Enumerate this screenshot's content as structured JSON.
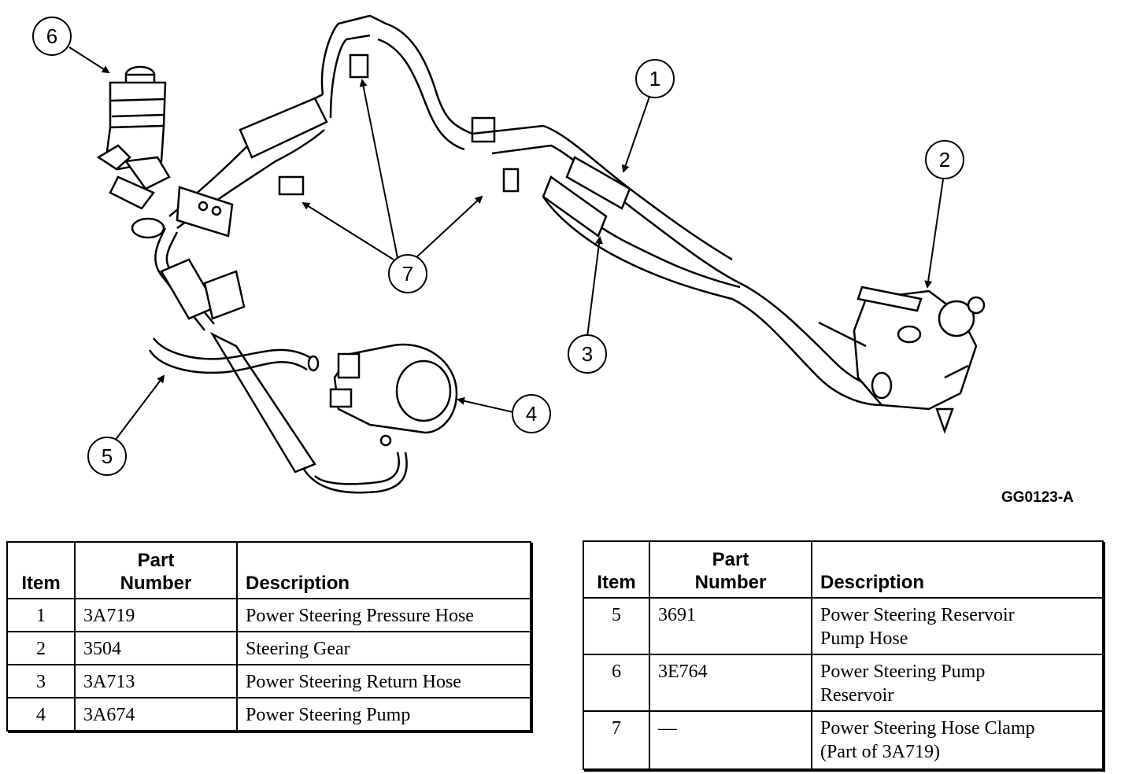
{
  "figure": {
    "code": "GG0123-A",
    "callouts": [
      "1",
      "2",
      "3",
      "4",
      "5",
      "6",
      "7"
    ]
  },
  "table_left": {
    "headers": {
      "item": "Item",
      "part_number_line1": "Part",
      "part_number_line2": "Number",
      "description": "Description"
    },
    "rows": [
      {
        "item": "1",
        "part": "3A719",
        "desc_line1": "Power Steering Pressure Hose",
        "desc_line2": ""
      },
      {
        "item": "2",
        "part": "3504",
        "desc_line1": "Steering Gear",
        "desc_line2": ""
      },
      {
        "item": "3",
        "part": "3A713",
        "desc_line1": "Power Steering Return Hose",
        "desc_line2": ""
      },
      {
        "item": "4",
        "part": "3A674",
        "desc_line1": "Power Steering Pump",
        "desc_line2": ""
      }
    ]
  },
  "table_right": {
    "headers": {
      "item": "Item",
      "part_number_line1": "Part",
      "part_number_line2": "Number",
      "description": "Description"
    },
    "rows": [
      {
        "item": "5",
        "part": "3691",
        "desc_line1": "Power Steering Reservoir",
        "desc_line2": "Pump Hose"
      },
      {
        "item": "6",
        "part": "3E764",
        "desc_line1": "Power Steering Pump",
        "desc_line2": "Reservoir"
      },
      {
        "item": "7",
        "part": "—",
        "desc_line1": "Power Steering Hose Clamp",
        "desc_line2": "(Part of 3A719)"
      }
    ]
  }
}
